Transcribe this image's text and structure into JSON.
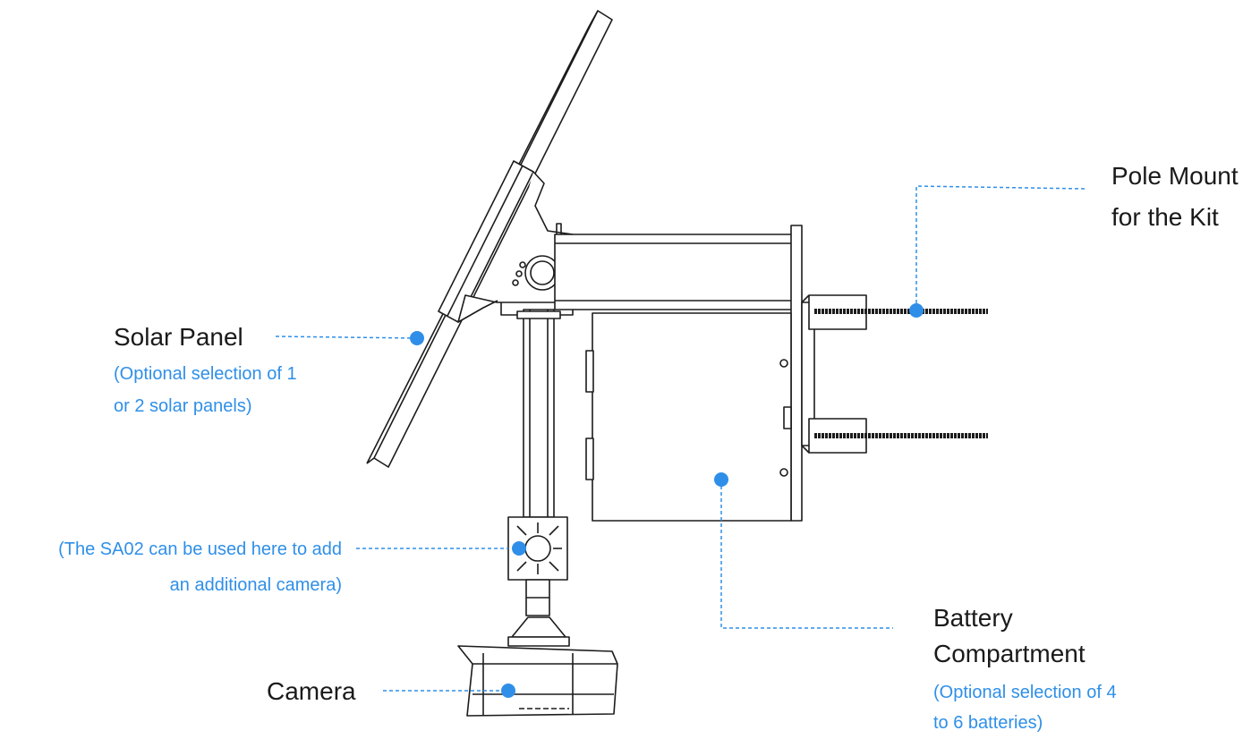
{
  "accent_color": "#2f8fe8",
  "line_color": "#1c1c1c",
  "labels": {
    "solar_panel": {
      "title": "Solar Panel",
      "note_line1": "(Optional selection of 1",
      "note_line2": "or 2 solar panels)"
    },
    "pole_mount": {
      "line1": "Pole Mount",
      "line2": "for the Kit"
    },
    "sa02": {
      "line1": "(The SA02 can be used here to add",
      "line2": "an additional camera)"
    },
    "camera": {
      "title": "Camera"
    },
    "battery": {
      "line1": "Battery",
      "line2": "Compartment",
      "note_line1": "(Optional selection of 4",
      "note_line2": "to 6 batteries)"
    }
  }
}
